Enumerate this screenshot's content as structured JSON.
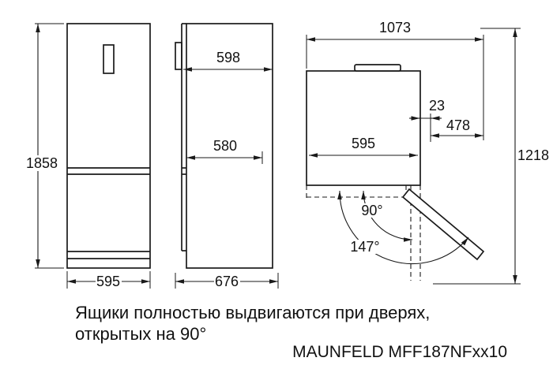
{
  "views": {
    "front": {
      "height_mm": "1858",
      "width_mm": "595"
    },
    "side": {
      "depth_with_door_mm": "598",
      "depth_body_mm": "580",
      "depth_total_mm": "676"
    },
    "top": {
      "width_door_open_mm": "1073",
      "door_offset_mm": "23",
      "extension_mm": "478",
      "width_mm": "595",
      "depth_door_open_mm": "1218",
      "angle_open": "90°",
      "angle_max": "147°"
    }
  },
  "caption": {
    "line1": "Ящики полностью выдвигаются при дверях,",
    "line2": "открытых на 90°"
  },
  "model": "MAUNFELD MFF187NFxx10",
  "colors": {
    "line": "#1a1a1a",
    "text": "#111111",
    "background": "#ffffff"
  }
}
